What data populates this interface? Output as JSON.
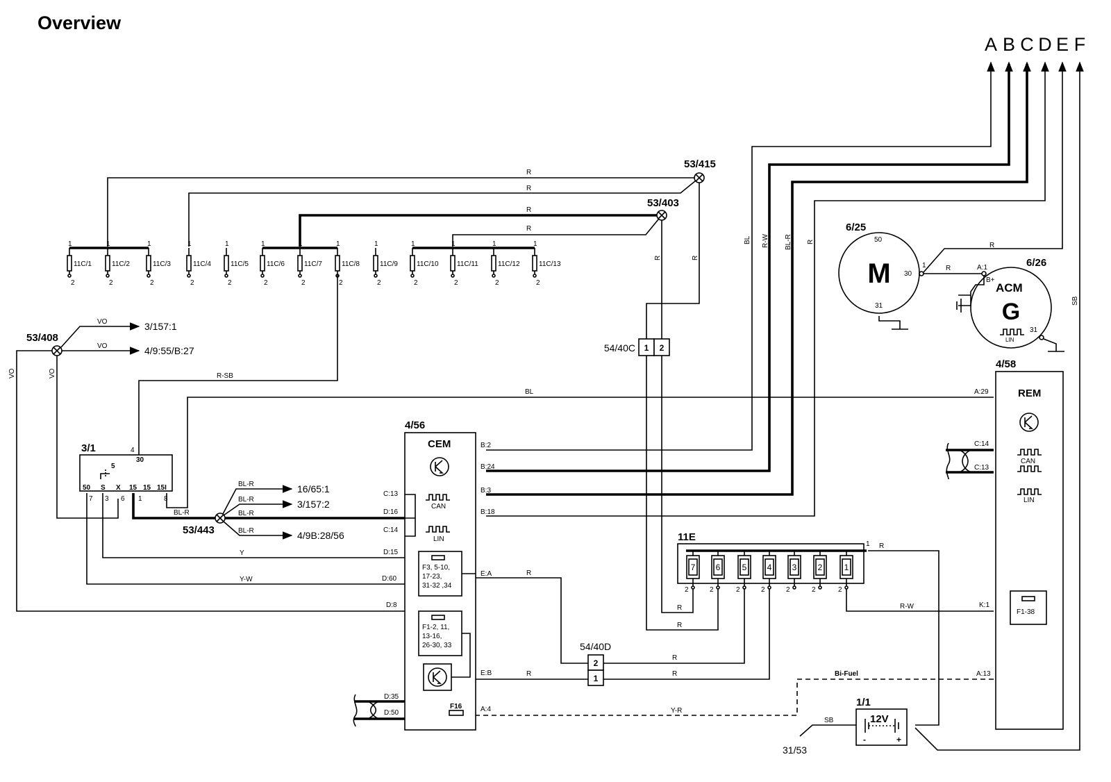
{
  "title": "Overview",
  "top_terminals": [
    "A",
    "B",
    "C",
    "D",
    "E",
    "F"
  ],
  "components": {
    "c3_1": {
      "ref": "3/1",
      "pins_top": [
        "4",
        "30"
      ],
      "pin_switch": "5",
      "terminals": [
        "50",
        "S",
        "X",
        "15",
        "15",
        "15I"
      ],
      "pins_bottom": [
        "7",
        "3",
        "6",
        "1",
        "8"
      ]
    },
    "c4_56": {
      "ref": "4/56",
      "name": "CEM",
      "can": "CAN",
      "lin": "LIN",
      "fuses_a": "F3, 5-10, 17-23, 31-32 ,34",
      "fuses_b": "F1-2, 11, 13-16, 26-30, 33",
      "f16": "F16"
    },
    "c4_58": {
      "ref": "4/58",
      "name": "REM",
      "can": "CAN",
      "lin": "LIN",
      "fuse": "F1-38"
    },
    "c6_25": {
      "ref": "6/25",
      "symbol": "M",
      "pin_50": "50",
      "pin_30": "30",
      "pin_31": "31",
      "pin_1": "1"
    },
    "c6_26": {
      "ref": "6/26",
      "name": "ACM",
      "symbol": "G",
      "pin_a1": "A:1",
      "pin_bplus": "B+",
      "pin_31": "31",
      "lin": "LIN"
    },
    "c11e": {
      "ref": "11E",
      "pin_1": "1",
      "fuses": [
        "7",
        "6",
        "5",
        "4",
        "3",
        "2",
        "1"
      ],
      "pin_2": "2"
    },
    "c1_1": {
      "ref": "1/1",
      "voltage": "12V",
      "minus": "-",
      "plus": "+"
    },
    "c54_40c": {
      "ref": "54/40C",
      "pins": [
        "1",
        "2"
      ]
    },
    "c54_40d": {
      "ref": "54/40D",
      "pins": [
        "2",
        "1"
      ]
    },
    "c31_53": {
      "ref": "31/53"
    }
  },
  "splices": [
    "53/415",
    "53/403",
    "53/408",
    "53/443"
  ],
  "fuse_row": {
    "labels": [
      "11C/1",
      "11C/2",
      "11C/3",
      "11C/4",
      "11C/5",
      "11C/6",
      "11C/7",
      "11C/8",
      "11C/9",
      "11C/10",
      "11C/11",
      "11C/12",
      "11C/13"
    ],
    "pin_top": "1",
    "pin_bottom": "2"
  },
  "wires": [
    {
      "id": "w415a",
      "color": "R"
    },
    {
      "id": "w415b",
      "color": "R"
    },
    {
      "id": "w403a",
      "color": "R"
    },
    {
      "id": "w403b",
      "color": "R"
    },
    {
      "id": "w403v",
      "color": "R"
    },
    {
      "id": "w415v",
      "color": "R"
    },
    {
      "id": "wBL_A",
      "color": "BL"
    },
    {
      "id": "wRW_B",
      "color": "R-W"
    },
    {
      "id": "wBLR_C",
      "color": "BL-R"
    },
    {
      "id": "wR_D",
      "color": "R"
    },
    {
      "id": "wR_E",
      "color": "R"
    },
    {
      "id": "wSB_F",
      "color": "SB"
    },
    {
      "id": "wVO1",
      "color": "VO"
    },
    {
      "id": "wVO2",
      "color": "VO"
    },
    {
      "id": "wVO3",
      "color": "VO"
    },
    {
      "id": "wVO4",
      "color": "VO"
    },
    {
      "id": "wRSB",
      "color": "R-SB"
    },
    {
      "id": "wBL_REM",
      "color": "BL"
    },
    {
      "id": "wBLR1",
      "color": "BL-R"
    },
    {
      "id": "wBLR2",
      "color": "BL-R"
    },
    {
      "id": "wBLR3",
      "color": "BL-R"
    },
    {
      "id": "wBLR4",
      "color": "BL-R"
    },
    {
      "id": "wBLR5",
      "color": "BL-R"
    },
    {
      "id": "wY",
      "color": "Y"
    },
    {
      "id": "wYW",
      "color": "Y-W"
    },
    {
      "id": "wEA",
      "color": "R"
    },
    {
      "id": "wEB",
      "color": "R"
    },
    {
      "id": "w40D2",
      "color": "R"
    },
    {
      "id": "w40D1",
      "color": "R"
    },
    {
      "id": "w11E_7",
      "color": "R"
    },
    {
      "id": "w11E_6",
      "color": "R"
    },
    {
      "id": "w11E_1",
      "color": "R"
    },
    {
      "id": "wK1",
      "color": "R-W"
    },
    {
      "id": "wBiFuel",
      "color": "Bi-Fuel"
    },
    {
      "id": "wYR",
      "color": "Y-R"
    },
    {
      "id": "wSB_gnd",
      "color": "SB"
    }
  ],
  "destinations": [
    "3/157:1",
    "4/9:55/B:27",
    "16/65:1",
    "3/157:2",
    "4/9B:28/56"
  ],
  "cem_pins": [
    "B:2",
    "B:24",
    "B:3",
    "B:18",
    "C:13",
    "D:16",
    "C:14",
    "D:15",
    "D:60",
    "D:8",
    "E:A",
    "E:B",
    "D:35",
    "D:50",
    "A:4"
  ],
  "rem_pins": [
    "A:29",
    "C:14",
    "C:13",
    "K:1",
    "A:13"
  ]
}
